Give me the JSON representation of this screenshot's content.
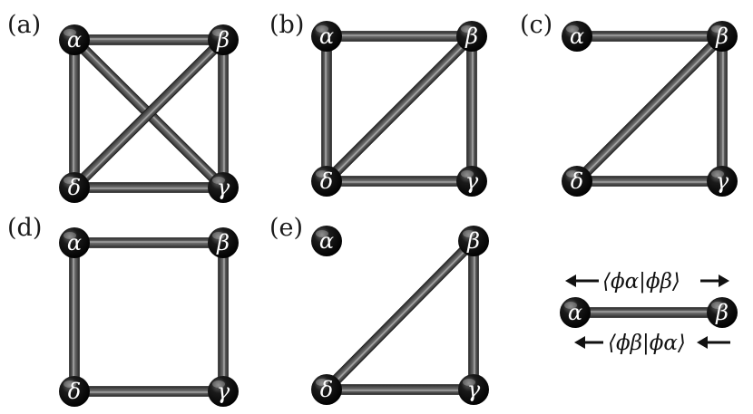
{
  "nodes": [
    {
      "id": "alpha",
      "label": "α"
    },
    {
      "id": "beta",
      "label": "β"
    },
    {
      "id": "gamma",
      "label": "γ"
    },
    {
      "id": "delta",
      "label": "δ"
    }
  ],
  "panels": [
    {
      "label": "(a)",
      "edges": [
        [
          "alpha",
          "beta"
        ],
        [
          "beta",
          "gamma"
        ],
        [
          "gamma",
          "delta"
        ],
        [
          "delta",
          "alpha"
        ],
        [
          "alpha",
          "gamma"
        ],
        [
          "beta",
          "delta"
        ]
      ]
    },
    {
      "label": "(b)",
      "edges": [
        [
          "alpha",
          "beta"
        ],
        [
          "beta",
          "gamma"
        ],
        [
          "gamma",
          "delta"
        ],
        [
          "delta",
          "alpha"
        ],
        [
          "beta",
          "delta"
        ]
      ]
    },
    {
      "label": "(c)",
      "edges": [
        [
          "alpha",
          "beta"
        ],
        [
          "beta",
          "gamma"
        ],
        [
          "gamma",
          "delta"
        ],
        [
          "beta",
          "delta"
        ]
      ]
    },
    {
      "label": "(d)",
      "edges": [
        [
          "alpha",
          "beta"
        ],
        [
          "beta",
          "gamma"
        ],
        [
          "gamma",
          "delta"
        ],
        [
          "delta",
          "alpha"
        ]
      ]
    },
    {
      "label": "(e)",
      "edges": [
        [
          "beta",
          "gamma"
        ],
        [
          "gamma",
          "delta"
        ],
        [
          "beta",
          "delta"
        ]
      ]
    }
  ],
  "legend": {
    "forward_label": "⟨ϕα|ϕβ⟩",
    "backward_label": "⟨ϕβ|ϕα⟩",
    "left_node": "α",
    "right_node": "β"
  },
  "colors": {
    "edge_dark": "#3f3f3f",
    "edge_light": "#8a8a8a",
    "node": "#000000",
    "text": "#111111"
  }
}
